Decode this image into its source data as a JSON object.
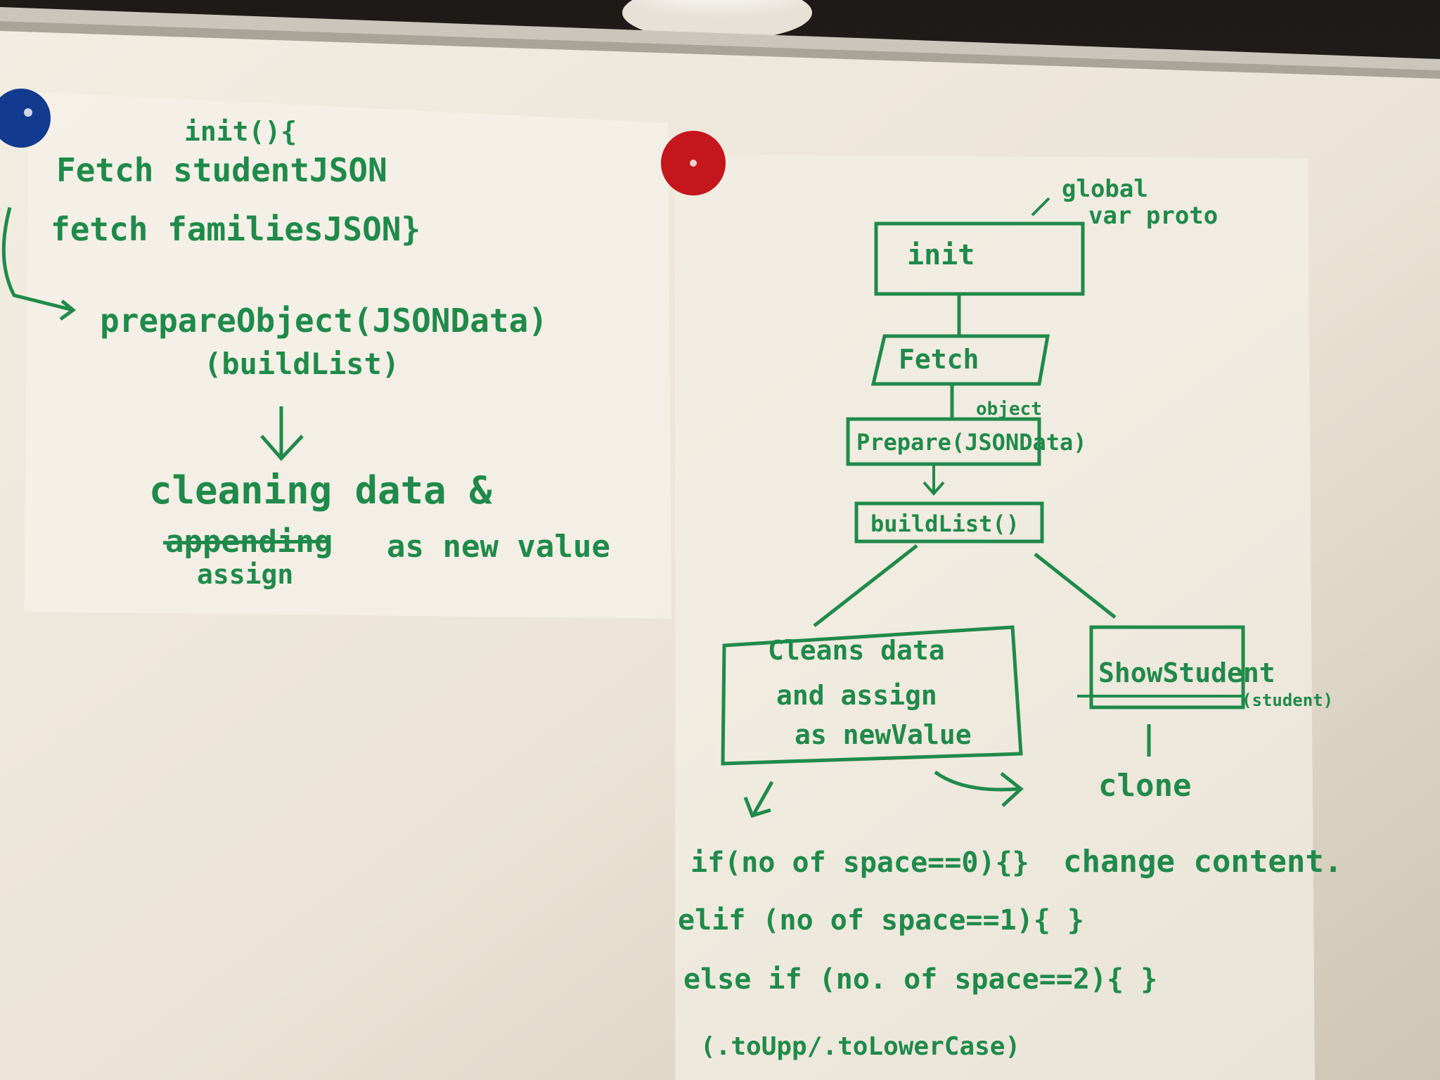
{
  "colors": {
    "board": "#efe9dd",
    "board_shade": "#d9d0c1",
    "frame": "#c9c4ba",
    "ink": "#1f8a4a",
    "magnet_blue": "#123b8f",
    "magnet_red": "#c4161c",
    "paper": "#f7f4ee"
  },
  "left_notes": {
    "init_line": "init(){",
    "fetch_student": "Fetch studentJSON",
    "fetch_families": "fetch familiesJSON}",
    "prepare_object": "prepareObject(JSONData)",
    "build_list": "(buildList)",
    "cleaning": "cleaning data &",
    "appending_struck": "appending",
    "as_new_value": "as new value",
    "assign": "assign"
  },
  "flowchart": {
    "global_note_1": "global",
    "global_note_2": "var proto",
    "init": "init",
    "fetch": "Fetch",
    "prepare": "Prepare(JSONData)",
    "object_note": "object",
    "build_list": "buildList()",
    "cleans_line1": "Cleans data",
    "cleans_line2": "and assign",
    "cleans_line3": "as newValue",
    "show_student": "ShowStudent",
    "show_student_arg": "(student)",
    "clone": "clone",
    "change_content": "change content."
  },
  "code_notes": {
    "line1": "if(no of space==0){}",
    "line2": "elif (no of space==1){ }",
    "line3": "else if (no. of space==2){ }",
    "line4": "(.toUpp/.toLowerCase)"
  }
}
